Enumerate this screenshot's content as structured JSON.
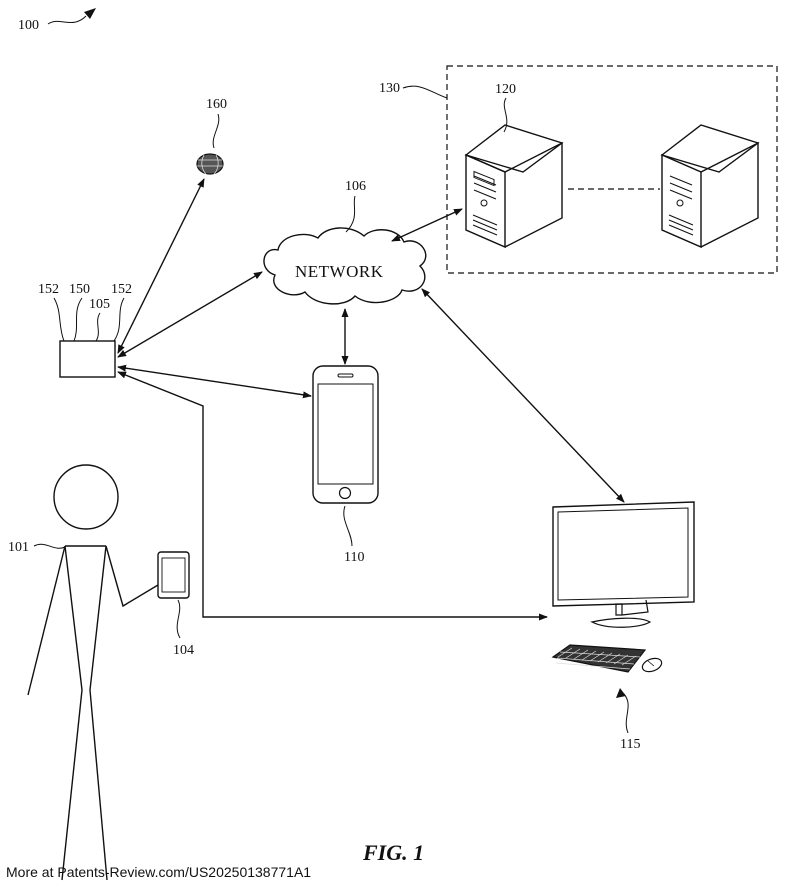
{
  "figure": {
    "caption": "FIG. 1",
    "footer": "More at Patents-Review.com/US20250138771A1",
    "network_label": "NETWORK"
  },
  "refs": {
    "system": "100",
    "user": "101",
    "user_device": "104",
    "hub_device": "105",
    "network": "106",
    "mobile_phone": "110",
    "computer": "115",
    "server": "120",
    "server_group": "130",
    "hub_body": "150",
    "hub_port_left": "152",
    "hub_port_right": "152",
    "satellite": "160"
  }
}
